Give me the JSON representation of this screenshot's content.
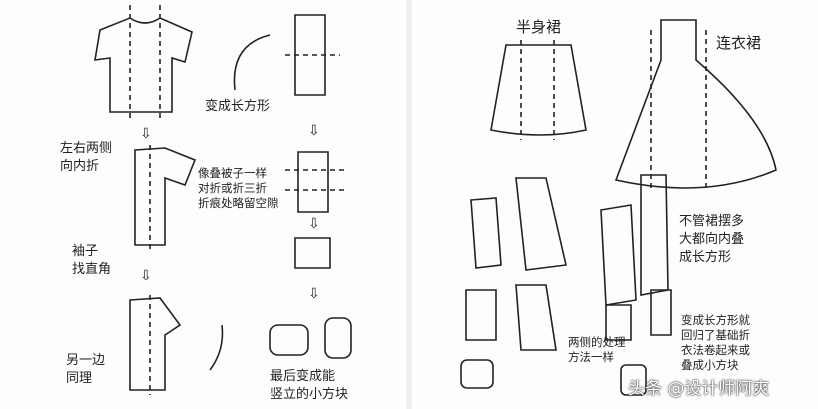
{
  "left": {
    "step1": "左右两侧\n向内折",
    "step2": "袖子\n找直角",
    "step3": "另一边\n同理",
    "step4": "变成长方形",
    "step5": "像叠被子一样\n对折或折三折\n折痕处略留空隙",
    "step6": "最后变成能\n竖立的小方块"
  },
  "right": {
    "skirt_title": "半身裙",
    "dress_title": "连衣裙",
    "note1": "不管裙摆多\n大都向内叠\n成长方形",
    "note2": "两侧的处理\n方法一样",
    "note3": "变成长方形就\n回归了基础折\n衣法卷起来或\n叠成小方块"
  },
  "watermark": "头条 @设计师阿爽"
}
